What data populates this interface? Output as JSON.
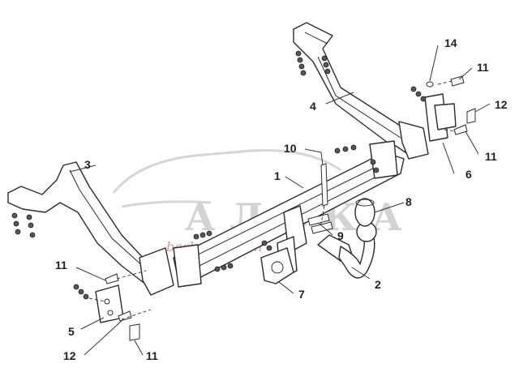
{
  "diagram": {
    "watermark": {
      "text": "АЛЬКА",
      "subtext": "back and forth"
    },
    "callouts": [
      {
        "n": "1",
        "target": "main-crossbar"
      },
      {
        "n": "2",
        "target": "tow-ball-neck"
      },
      {
        "n": "3",
        "target": "left-side-bracket"
      },
      {
        "n": "4",
        "target": "right-side-bracket"
      },
      {
        "n": "5",
        "target": "left-plate"
      },
      {
        "n": "6",
        "target": "right-plate"
      },
      {
        "n": "7",
        "target": "socket-plate"
      },
      {
        "n": "8",
        "target": "ball-cap"
      },
      {
        "n": "9",
        "target": "neck-bolts"
      },
      {
        "n": "10",
        "target": "crossbar-bolt"
      },
      {
        "n": "11",
        "target": "bolt"
      },
      {
        "n": "11",
        "target": "bolt"
      },
      {
        "n": "11",
        "target": "bolt"
      },
      {
        "n": "11",
        "target": "bolt"
      },
      {
        "n": "12",
        "target": "washer"
      },
      {
        "n": "12",
        "target": "washer"
      },
      {
        "n": "14",
        "target": "washer-small"
      }
    ]
  }
}
